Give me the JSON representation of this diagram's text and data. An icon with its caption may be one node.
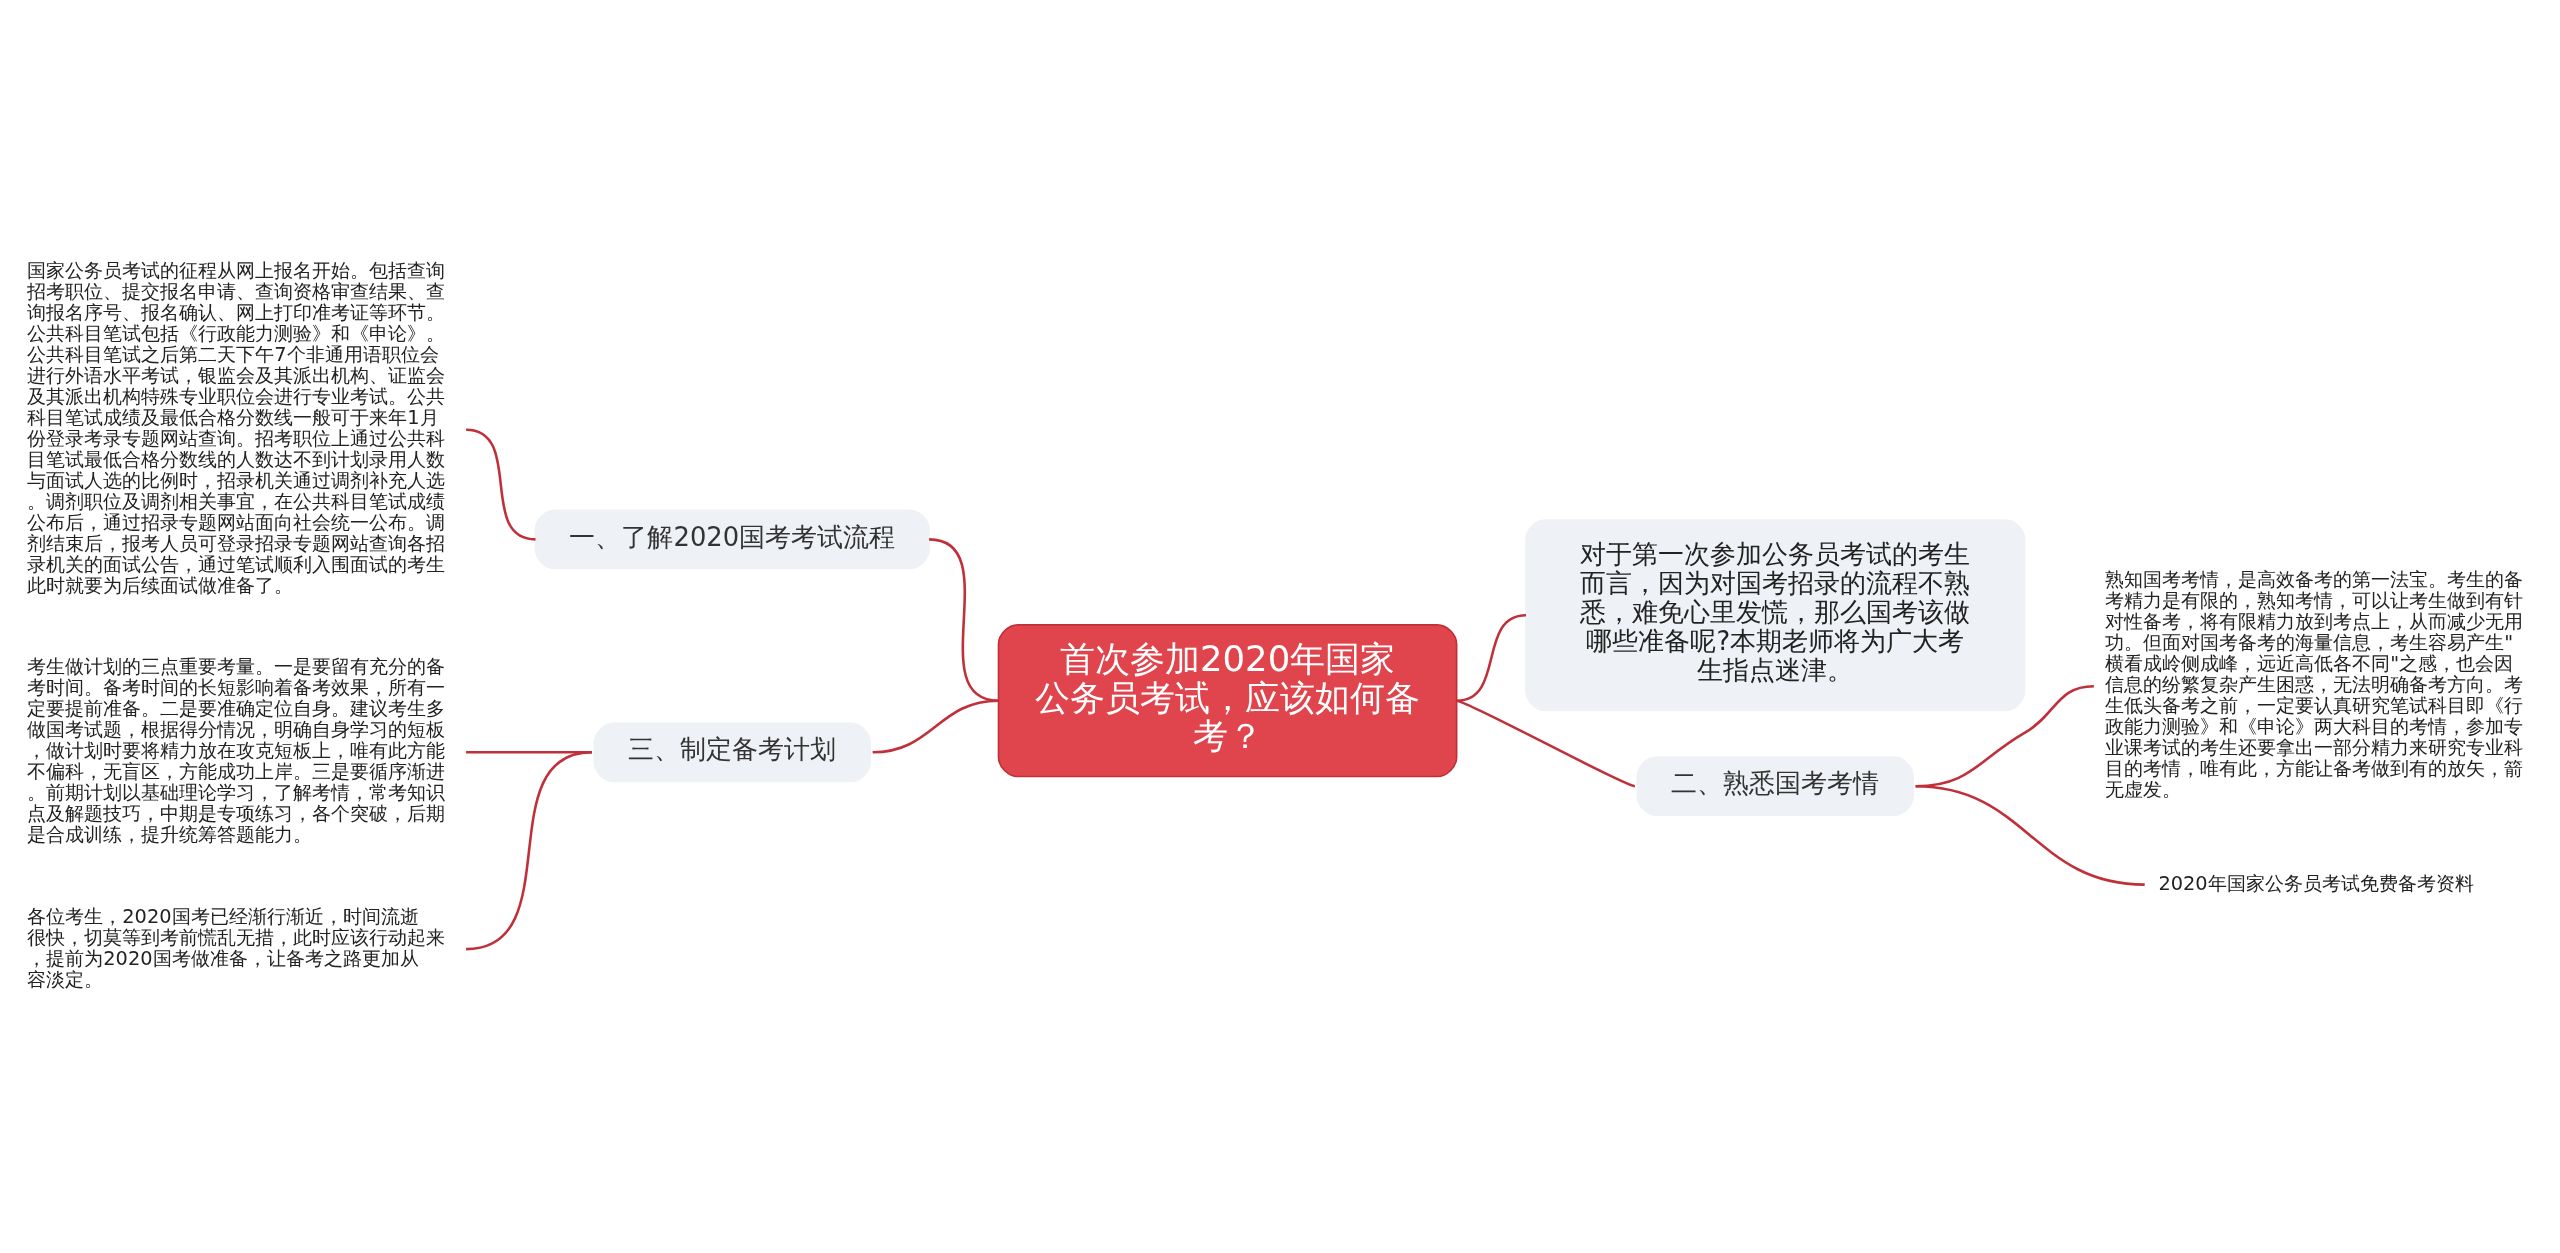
{
  "diagram": {
    "nodes": [
      {
        "text": [
          "首次参加2020年国家公务员考试，应该如何备考？"
        ]
      },
      {
        "text": [
          "一、了解2020国考考试流程"
        ]
      },
      {
        "text": [
          "国家公务员考试的征程从网上报名开始。包括查询招考职位、提交报名申请、查询资格审查结果、查询报名序号、报名确认、网上打印准考证等环节。公共科目笔试包括《行政能力测验》和《申论》。公共科目笔试之后第二天下午7个非通用语职位会进行外语水平考试，银监会及其派出机构、证监会及其派出机构特殊专业职位会进行专业考试。公共科目笔试成绩及最低合格分数线一般可于来年1月份登录考录专题网站查询。招考职位上通过公共科目笔试最低合格分数线的人数达不到计划录用人数与面试人选的比例时，招录机关通过调剂补充人选。调剂职位及调剂相关事宜，在公共科目笔试成绩公布后，通过招录专题网站面向社会统一公布。调剂结束后，报考人员可登录招录专题网站查询各招录机关的面试公告，通过笔试顺利入围面试的考生此时就要为后续面试做准备了。"
        ]
      },
      {
        "text": [
          "对于第一次参加公务员考试的考生而言，因为对国考招录的流程不熟悉，难免心里发慌，那么国考该做哪些准备呢?本期老师将为广大考生指点迷津。"
        ]
      },
      {
        "text": [
          "三、制定备考计划"
        ]
      },
      {
        "text": [
          "考生做计划的三点重要考量。一是要留有充分的备考时间。备考时间的长短影响着备考效果，所有一定要提前准备。二是要准确定位自身。建议考生多做国考试题，根据得分情况，明确自身学习的短板，做计划时要将精力放在攻克短板上，唯有此方能不偏科，无盲区，方能成功上岸。三是要循序渐进。前期计划以基础理论学习，了解考情，常考知识点及解题技巧，中期是专项练习，各个突破，后期是合成训练，提升统筹答题能力。"
        ]
      },
      {
        "text": [
          "各位考生，2020国考已经渐行渐近，时间流逝很快，切莫等到考前慌乱无措，此时应该行动起来，提前为2020国考做准备，让备考之路更加从容淡定。"
        ]
      },
      {
        "text": [
          "二、熟悉国考考情"
        ]
      },
      {
        "text": [
          "熟知国考考情，是高效备考的第一法宝。考生的备考精力是有限的，熟知考情，可以让考生做到有针对性备考，将有限精力放到考点上，从而减少无用功。但面对国考备考的海量信息，考生容易产生\"横看成岭侧成峰，远近高低各不同\"之感，也会因信息的纷繁复杂产生困惑，无法明确备考方向。考生低头备考之前，一定要认真研究笔试科目即《行政能力测验》和《申论》两大科目的考情，参加专业课考试的考生还要拿出一部分精力来研究专业科目的考情，唯有此，方能让备考做到有的放矢，箭无虚发。"
        ]
      },
      {
        "text": [
          "2020年国家公务员考试免费备考资料"
        ]
      }
    ],
    "edges": [
      {
        "from": 0,
        "to": 1,
        "arrow": "none"
      },
      {
        "from": 1,
        "to": 2,
        "arrow": "none"
      },
      {
        "from": 0,
        "to": 3,
        "arrow": "none"
      },
      {
        "from": 0,
        "to": 4,
        "arrow": "none"
      },
      {
        "from": 4,
        "to": 5,
        "arrow": "none"
      },
      {
        "from": 4,
        "to": 6,
        "arrow": "none"
      },
      {
        "from": 0,
        "to": 7,
        "arrow": "none"
      },
      {
        "from": 7,
        "to": 8,
        "arrow": "none"
      },
      {
        "from": 7,
        "to": 9,
        "arrow": "none"
      }
    ]
  }
}
